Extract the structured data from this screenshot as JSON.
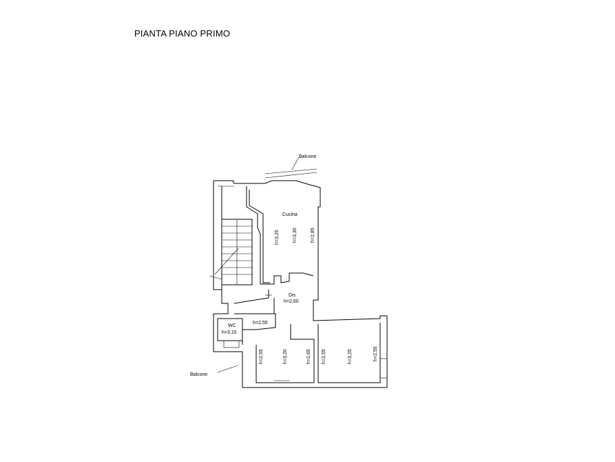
{
  "plan": {
    "title": "PIANTA PIANO PRIMO",
    "labels": {
      "balcone_top": "Balcone",
      "balcone_left": "Balcone",
      "cucina": "Cucina",
      "cucina_h1": "h=3,25",
      "cucina_h2": "h=3,30",
      "cucina_h3": "h=2,85",
      "dis": "Dis",
      "dis_h": "h=2,60",
      "wc": "WC",
      "wc_h": "h=3,15",
      "corr_h": "h=2,55",
      "room1_h1": "h=2,55",
      "room1_h2": "h=3,20",
      "room1_h3": "h=2,65",
      "room2_h1": "h=2,55",
      "room2_h2": "h=3,25",
      "room2_h3": "h=2,55"
    }
  }
}
